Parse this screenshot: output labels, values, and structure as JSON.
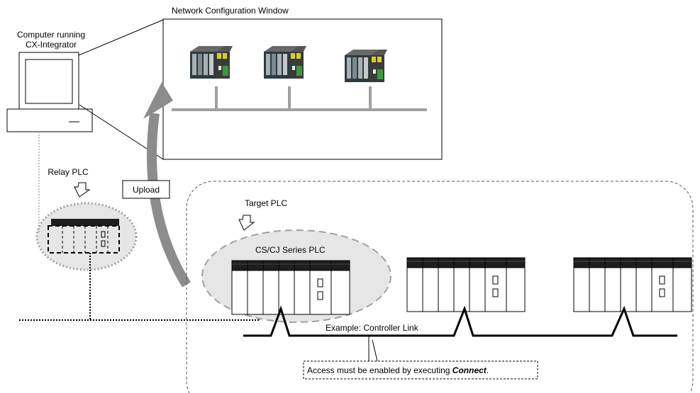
{
  "window": {
    "title": "Network Configuration Window"
  },
  "computer": {
    "label_line1": "Computer running",
    "label_line2": "CX-Integrator"
  },
  "relay": {
    "label": "Relay PLC"
  },
  "upload": {
    "label": "Upload"
  },
  "target": {
    "label": "Target PLC",
    "series_label": "CS/CJ Series PLC"
  },
  "network": {
    "label": "Example: Controller Link"
  },
  "note": {
    "text_prefix": "Access must be enabled by executing ",
    "text_emphasis": "Connect",
    "text_suffix": "."
  },
  "colors": {
    "arrow": "#8c8c8c",
    "plc_header": "#1e1e1e",
    "ellipse_fill": "#e6e6e6",
    "ellipse_stroke": "#a0a0a0",
    "module_green": "#3a9a3a"
  }
}
